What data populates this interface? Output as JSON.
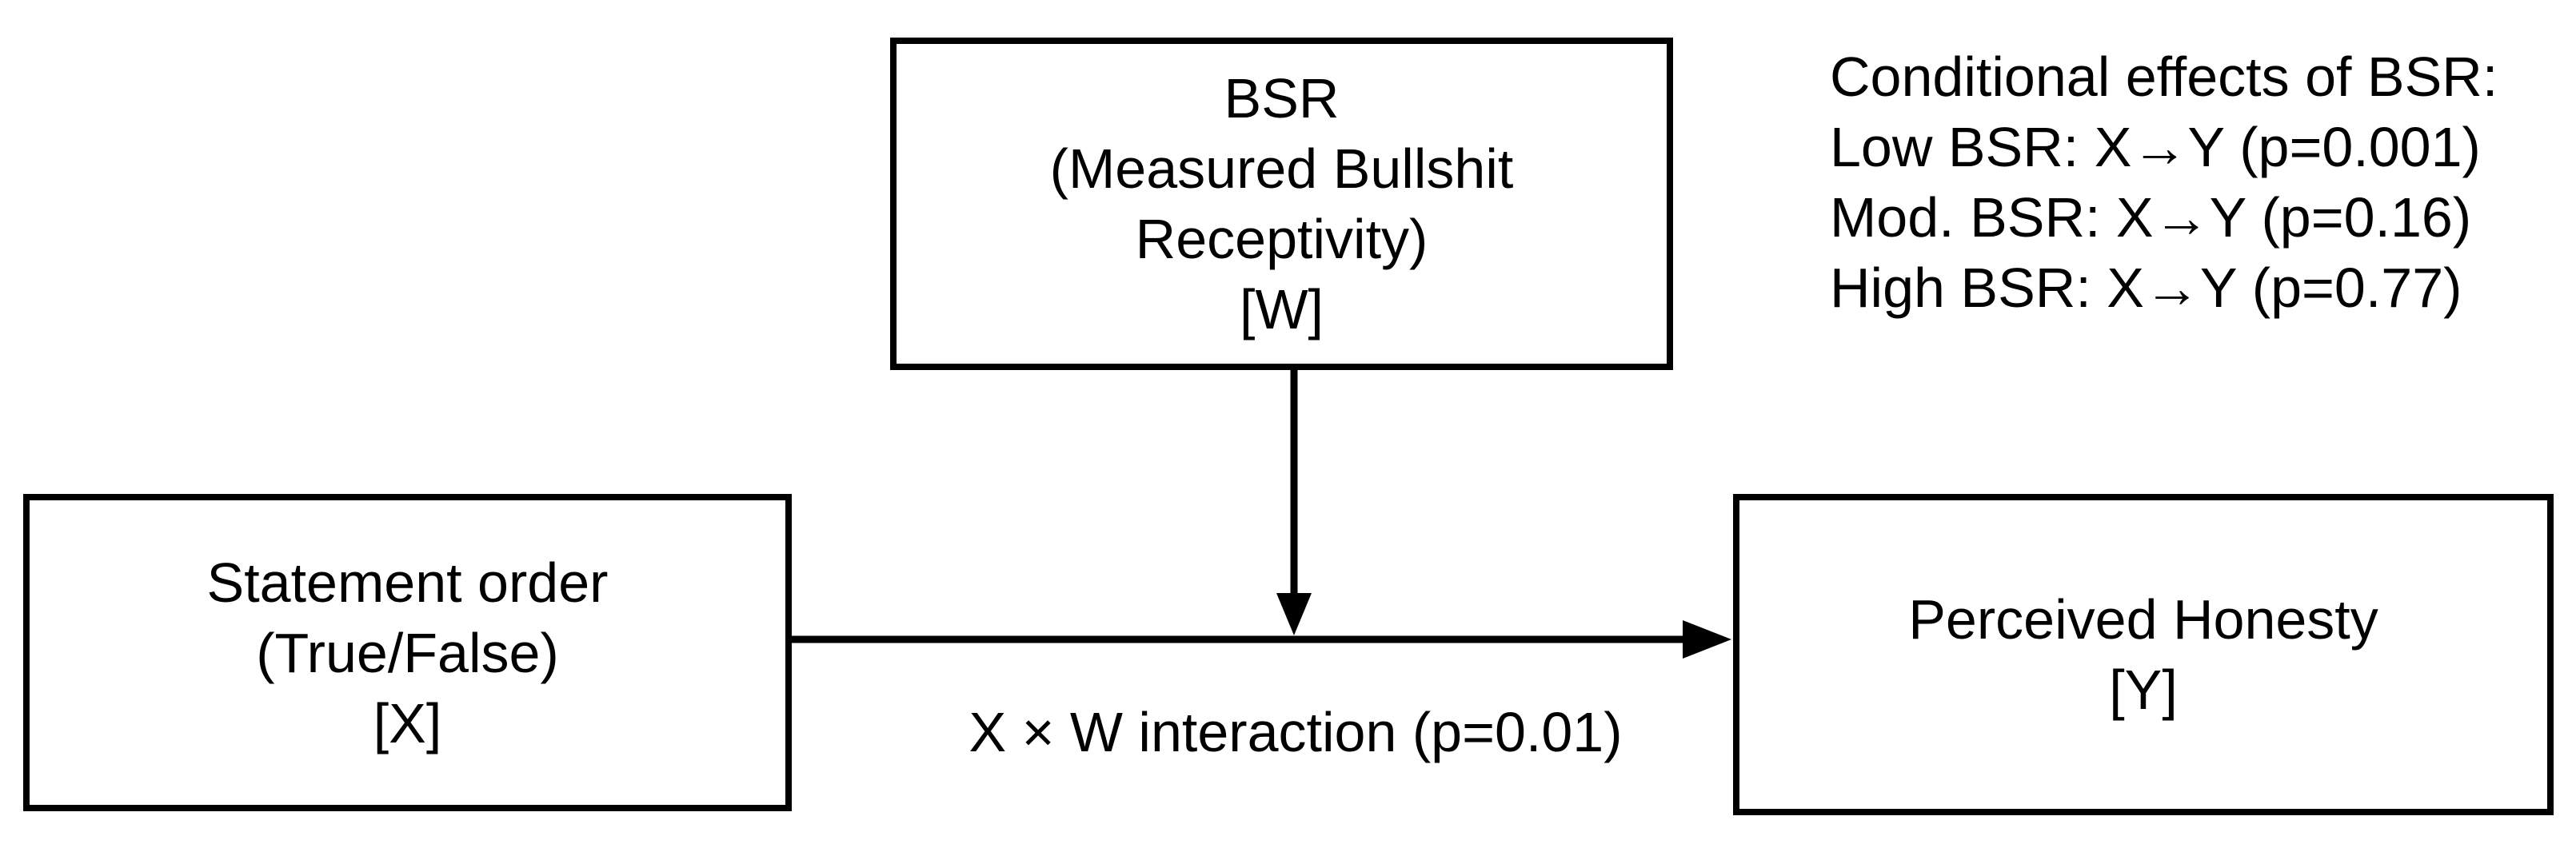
{
  "boxes": {
    "moderator": {
      "line1": "BSR",
      "line2": "(Measured Bullshit",
      "line3": "Receptivity)",
      "line4": "[W]"
    },
    "predictor": {
      "line1": "Statement order",
      "line2": "(True/False)",
      "line3": "[X]"
    },
    "outcome": {
      "line1": "Perceived Honesty",
      "line2": "[Y]"
    }
  },
  "labels": {
    "interaction": "X × W interaction (p=0.01)"
  },
  "annotation": {
    "title": "Conditional effects of BSR:",
    "line1": "Low BSR: X→Y (p=0.001)",
    "line2": "Mod. BSR: X→Y (p=0.16)",
    "line3": "High BSR: X→Y (p=0.77)"
  },
  "colors": {
    "line": "#000000",
    "background": "#ffffff",
    "text": "#000000"
  }
}
